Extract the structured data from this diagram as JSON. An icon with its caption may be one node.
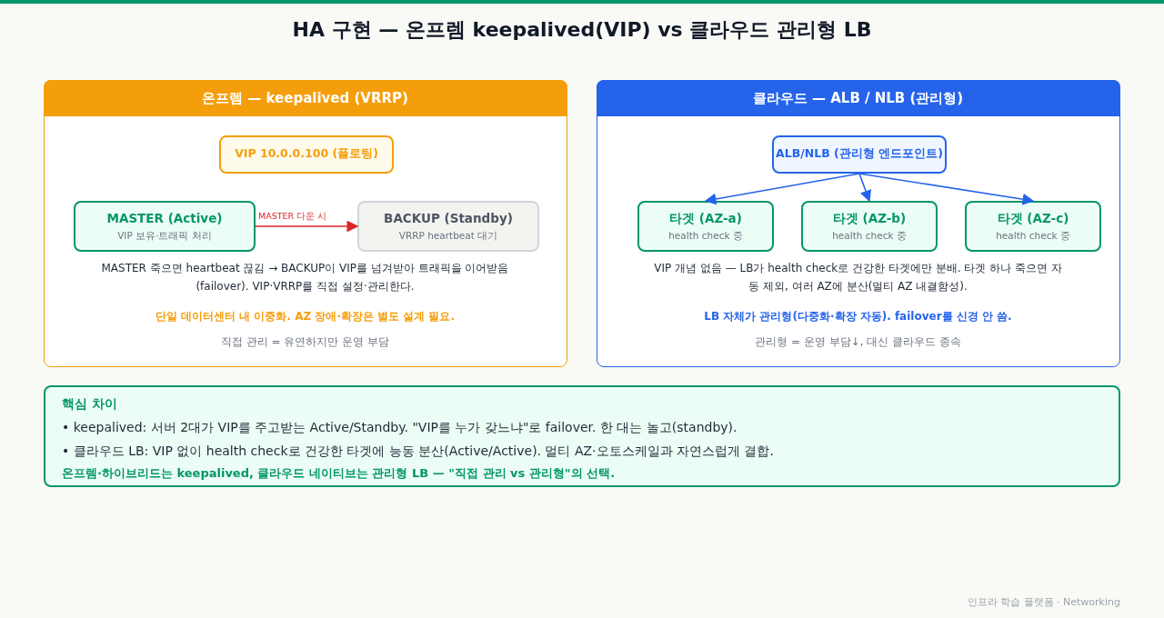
{
  "diagram": {
    "title": "HA 구현 — 온프렘 keepalived(VIP) vs 클라우드 관리형 LB",
    "nodes": [
      {
        "text": [
          "온프렘 — keepalived (VRRP)",
          "MASTER 죽으면 heartbeat 끊김 → BACKUP이 VIP를 넘겨받아 트래픽을 이어받음(failover). VIP·VRRP를 직접 설정·관리한다.",
          "단일 데이터센터 내 이중화. AZ 장애·확장은 별도 설계 필요.",
          "직접 관리 = 유연하지만 운영 부담"
        ]
      },
      {
        "text": [
          "VIP 10.0.0.100 (플로팅)"
        ],
        "in": 0
      },
      {
        "text": [
          "MASTER (Active)",
          "VIP 보유·트래픽 처리"
        ],
        "in": 0
      },
      {
        "text": [
          "BACKUP (Standby)",
          "VRRP heartbeat 대기"
        ],
        "in": 0
      },
      {
        "text": [
          "클라우드 — ALB / NLB (관리형)",
          "VIP 개념 없음 — LB가 health check로 건강한 타겟에만 분배. 타겟 하나 죽으면 자동 제외, 여러 AZ에 분산(멀티 AZ 내결함성).",
          "LB 자체가 관리형(다중화·확장 자동). failover를 신경 안 씀.",
          "관리형 = 운영 부담↓, 대신 클라우드 종속"
        ]
      },
      {
        "text": [
          "ALB/NLB (관리형 엔드포인트)"
        ],
        "in": 4
      },
      {
        "text": [
          "타겟 (AZ-a)",
          "health check 중"
        ],
        "in": 4
      },
      {
        "text": [
          "타겟 (AZ-b)",
          "health check 중"
        ],
        "in": 4
      },
      {
        "text": [
          "타겟 (AZ-c)",
          "health check 중"
        ],
        "in": 4
      },
      {
        "text": [
          "핵심 차이",
          "• keepalived: 서버 2대가 VIP를 주고받는 Active/Standby. \"VIP를 누가 갖느냐\"로 failover. 한 대는 놀고(standby).",
          "• 클라우드 LB: VIP 없이 health check로 건강한 타겟에 능동 분산(Active/Active). 멀티 AZ·오토스케일과 자연스럽게 결합.",
          "온프렘·하이브리드는 keepalived, 클라우드 네이티브는 관리형 LB — \"직접 관리 vs 관리형\"의 선택."
        ]
      }
    ],
    "edges": [
      {
        "from": 2,
        "to": 3,
        "arrow": "to",
        "label": "MASTER 다운 시",
        "color": "#dc2626"
      },
      {
        "from": 5,
        "to": 6,
        "arrow": "to"
      },
      {
        "from": 5,
        "to": 7,
        "arrow": "to"
      },
      {
        "from": 5,
        "to": 8,
        "arrow": "to"
      }
    ],
    "labels": [
      "인프라 학습 플랫폼 · Networking"
    ]
  }
}
